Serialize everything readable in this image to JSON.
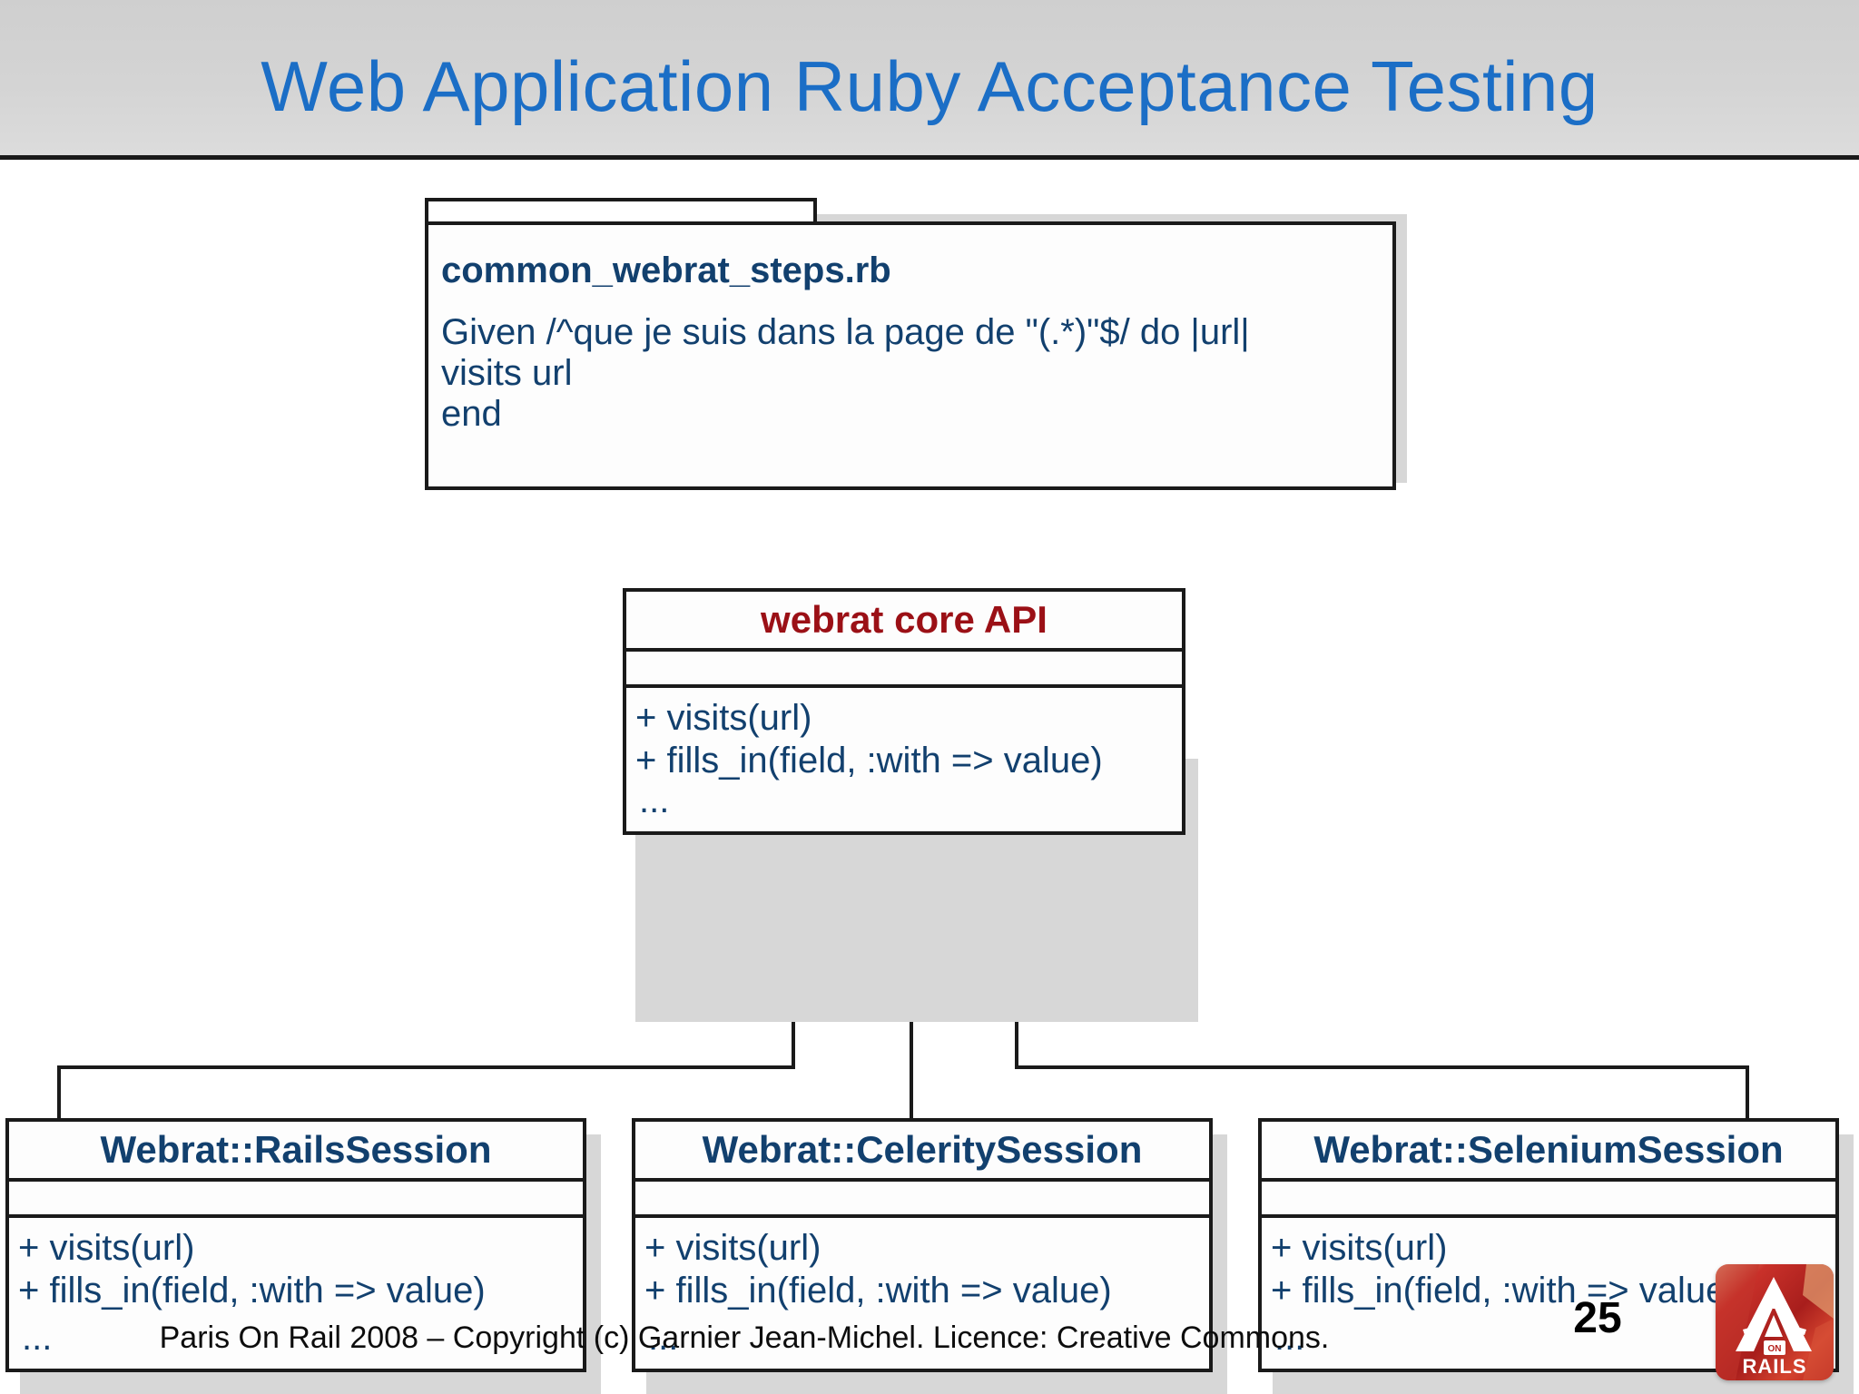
{
  "slide": {
    "title": "Web Application Ruby Acceptance Testing",
    "page_number": "25",
    "footer": "Paris On Rail 2008 – Copyright (c) Garnier Jean-Michel. Licence: Creative Commons."
  },
  "colors": {
    "title_blue": "#1b6ec6",
    "navy_text": "#12406e",
    "maroon_text": "#9b1016",
    "header_band": "#d4d4d4",
    "outline": "#1a1a1a",
    "shadow": "#d7d7d7",
    "logo_red": "#b5201c"
  },
  "logo": {
    "letter": "A",
    "badge": "ON",
    "wordmark": "RAILS"
  },
  "diagram": {
    "type": "uml-class-diagram",
    "package_note": {
      "title": "common_webrat_steps.rb",
      "lines": [
        "Given /^que je suis dans la page de \"(.*)\"$/ do |url|",
        "visits url",
        "end"
      ]
    },
    "core_class": {
      "name": "webrat core API",
      "attributes": [],
      "operations": [
        "+ visits(url)",
        "+ fills_in(field, :with => value)"
      ],
      "ellipsis": "..."
    },
    "subclasses": [
      {
        "name": "Webrat::RailsSession",
        "attributes": [],
        "operations": [
          "+ visits(url)",
          "+ fills_in(field, :with => value)"
        ],
        "ellipsis": "..."
      },
      {
        "name": "Webrat::CeleritySession",
        "attributes": [],
        "operations": [
          "+ visits(url)",
          "+ fills_in(field, :with => value)"
        ],
        "ellipsis": "..."
      },
      {
        "name": "Webrat::SeleniumSession",
        "attributes": [],
        "operations": [
          "+ visits(url)",
          "+ fills_in(field, :with => value)"
        ],
        "ellipsis": "..."
      }
    ],
    "relationships": [
      {
        "kind": "dependency",
        "from": "common_webrat_steps.rb",
        "to": "webrat core API"
      },
      {
        "kind": "generalization",
        "from": "Webrat::RailsSession",
        "to": "webrat core API"
      },
      {
        "kind": "generalization",
        "from": "Webrat::CeleritySession",
        "to": "webrat core API"
      },
      {
        "kind": "generalization",
        "from": "Webrat::SeleniumSession",
        "to": "webrat core API"
      }
    ]
  }
}
